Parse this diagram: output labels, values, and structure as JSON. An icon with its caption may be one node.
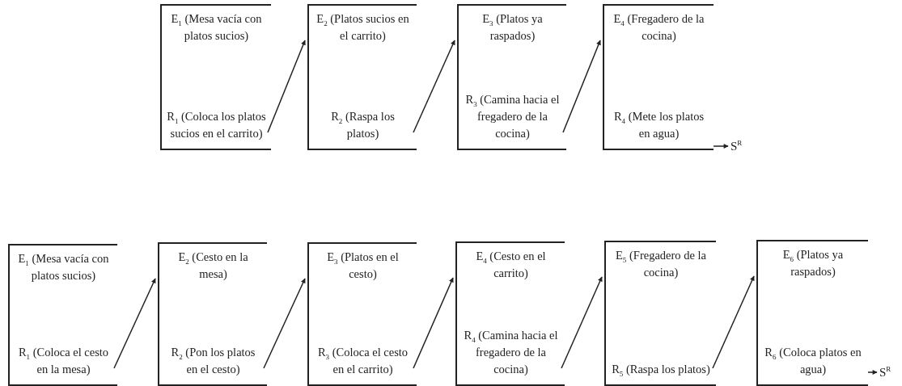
{
  "diagram": {
    "nodes": [
      {
        "text": [
          "E$_{1}$ (Mesa vacía con platos sucios)",
          "R$_{1}$ (Coloca los platos sucios en el carrito)"
        ]
      },
      {
        "text": [
          "E$_{2}$ (Platos sucios en el carrito)",
          "R$_{2}$ (Raspa los platos)"
        ]
      },
      {
        "text": [
          "E$_{3}$ (Platos ya raspados)",
          "R$_{3}$ (Camina hacia el fregadero de la cocina)"
        ]
      },
      {
        "text": [
          "E$_{4}$ (Fregadero de la cocina)",
          "R$_{4}$ (Mete los platos en agua)"
        ]
      },
      {
        "text": [
          "S$^{R}$"
        ]
      },
      {
        "text": [
          "E$_{1}$ (Mesa vacía con platos sucios)",
          "R$_{1}$ (Coloca el cesto en la mesa)"
        ]
      },
      {
        "text": [
          "E$_{2}$ (Cesto en la mesa)",
          "R$_{2}$ (Pon los platos en el cesto)"
        ]
      },
      {
        "text": [
          "E$_{3}$ (Platos en el cesto)",
          "R$_{3}$ (Coloca el cesto en el carrito)"
        ]
      },
      {
        "text": [
          "E$_{4}$ (Cesto en el carrito)",
          "R$_{4}$ (Camina hacia el fregadero de la cocina)"
        ]
      },
      {
        "text": [
          "E$_{5}$ (Fregadero de la cocina)",
          "R$_{5}$ (Raspa los platos)"
        ]
      },
      {
        "text": [
          "E$_{6}$ (Platos ya raspados)",
          "R$_{6}$ (Coloca platos en agua)"
        ]
      },
      {
        "text": [
          "S$^{R}$"
        ]
      }
    ],
    "edges": [
      {
        "from": 0,
        "to": 1,
        "arrow": "to"
      },
      {
        "from": 1,
        "to": 2,
        "arrow": "to"
      },
      {
        "from": 2,
        "to": 3,
        "arrow": "to"
      },
      {
        "from": 3,
        "to": 4,
        "arrow": "to"
      },
      {
        "from": 5,
        "to": 6,
        "arrow": "to"
      },
      {
        "from": 6,
        "to": 7,
        "arrow": "to"
      },
      {
        "from": 7,
        "to": 8,
        "arrow": "to"
      },
      {
        "from": 8,
        "to": 9,
        "arrow": "to"
      },
      {
        "from": 9,
        "to": 10,
        "arrow": "to"
      },
      {
        "from": 10,
        "to": 11,
        "arrow": "to"
      }
    ]
  }
}
